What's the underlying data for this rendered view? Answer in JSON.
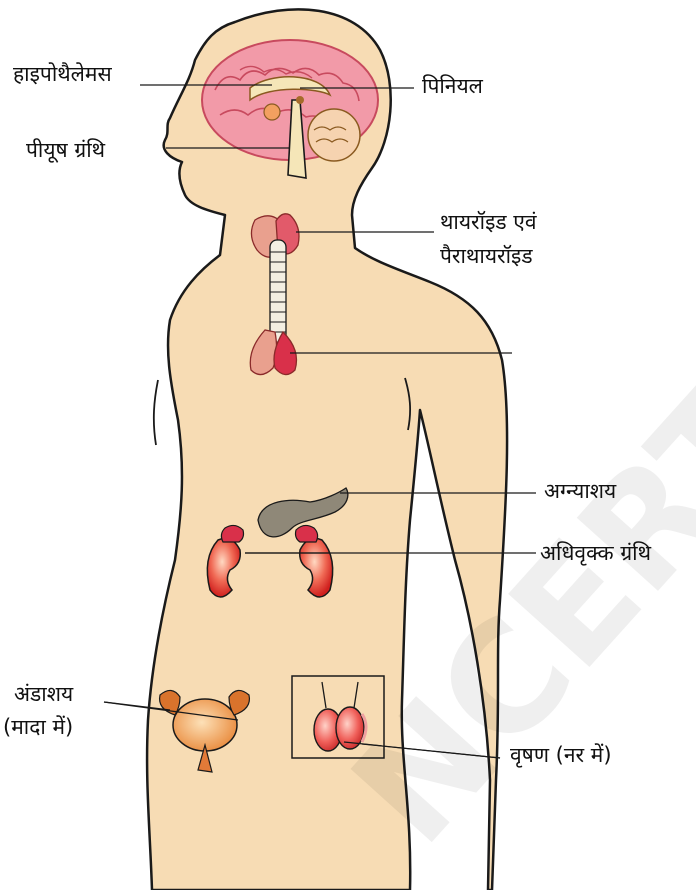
{
  "labels": {
    "hypothalamus": "हाइपोथैलेमस",
    "pineal": "पिनियल",
    "pituitary": "पीयूष ग्रंथि",
    "thyroid_line1": "थायरॉइड एवं",
    "thyroid_line2": "पैराथायरॉइड",
    "pancreas": "अग्न्याशय",
    "adrenal": "अधिवृक्क ग्रंथि",
    "ovary_line1": "अंडाशय",
    "ovary_line2": "(मादा में)",
    "testis": "वृषण (नर में)"
  },
  "watermark": "NCERT",
  "colors": {
    "skin": "#f7dcb4",
    "outline": "#1a1a1a",
    "brain": "#f29aa8",
    "gland_red": "#e8322c",
    "pancreas": "#8f8878",
    "ovary": "#e98a3c"
  }
}
